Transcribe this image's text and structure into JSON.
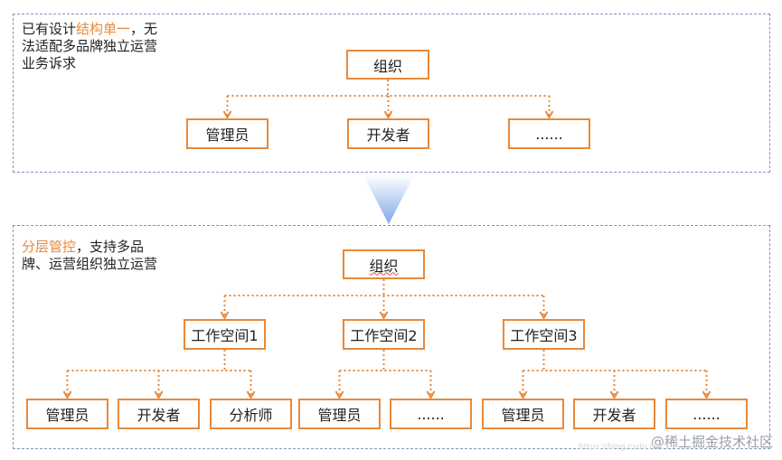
{
  "top": {
    "note_prefix": "已有设计",
    "note_highlight": "结构单一",
    "note_suffix": "，无",
    "note_line2": "法适配多品牌独立运营",
    "note_line3": "业务诉求",
    "root": "组织",
    "children": [
      "管理员",
      "开发者",
      "......"
    ]
  },
  "bottom": {
    "note_highlight": "分层管控",
    "note_suffix": "，支持多品",
    "note_line2": "牌、运营组织独立运营",
    "root": "组织",
    "spaces": [
      "工作空间1",
      "工作空间2",
      "工作空间3"
    ],
    "leaves": [
      "管理员",
      "开发者",
      "分析师",
      "管理员",
      "......",
      "管理员",
      "开发者",
      "......"
    ]
  },
  "watermark": {
    "text": "@稀土掘金技术社区",
    "faint": "https://blog.csdn.net"
  },
  "colors": {
    "accent": "#e8893a",
    "panel_border": "#8a8fc0",
    "arrow": "#8fb1e8"
  }
}
